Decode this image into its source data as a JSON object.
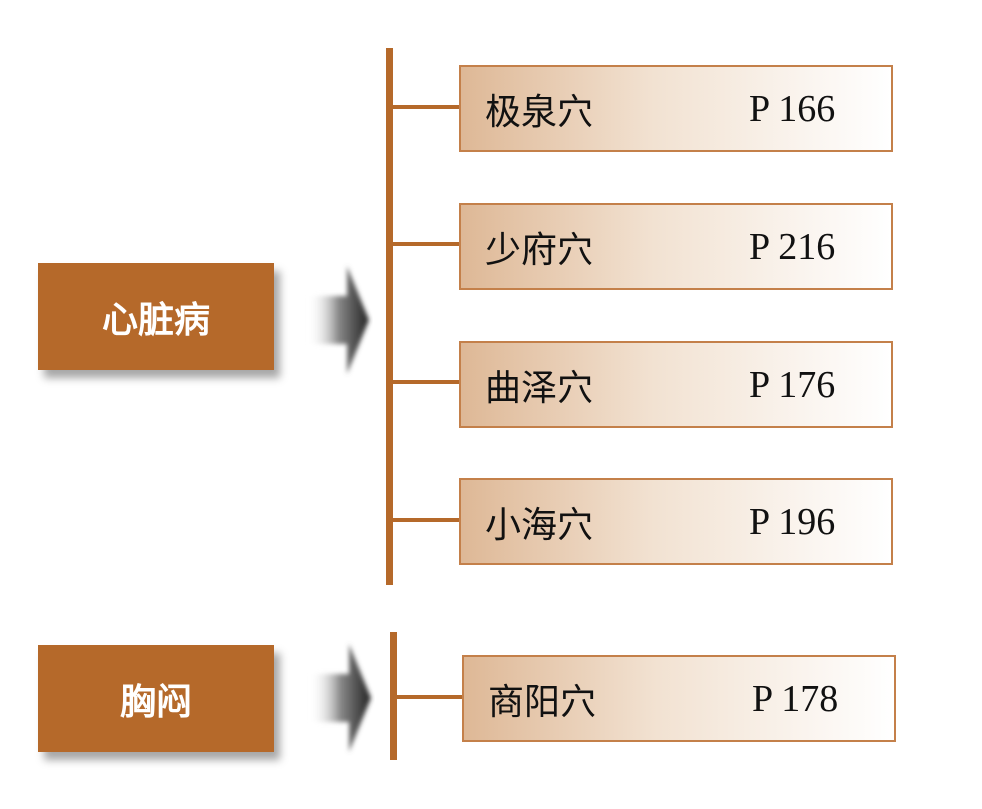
{
  "groups": [
    {
      "label": "心脏病",
      "items": [
        {
          "name": "极泉穴",
          "page": "P 166"
        },
        {
          "name": "少府穴",
          "page": "P 216"
        },
        {
          "name": "曲泽穴",
          "page": "P 176"
        },
        {
          "name": "小海穴",
          "page": "P 196"
        }
      ]
    },
    {
      "label": "胸闷",
      "items": [
        {
          "name": "商阳穴",
          "page": "P 178"
        }
      ]
    }
  ],
  "colors": {
    "accent": "#b5692a",
    "border": "#c4804a"
  }
}
